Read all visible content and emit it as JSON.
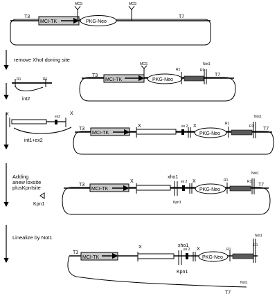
{
  "colors": {
    "line": "#000000",
    "box_fill": "#c8c8c8",
    "dark_fill": "#5a5a5a",
    "background": "#ffffff"
  },
  "steps": {
    "s1": "remove XhoI doning site",
    "s3a": "Adding",
    "s3b": "anew loxsite",
    "s3c": "plusKpnIsite",
    "s4": "Linealize by Not1"
  },
  "construct1": {
    "t3": "T3",
    "mci": "MCI-TK",
    "pkg": "PKG-Neo",
    "mcs1": "MCS",
    "mcs2": "MCS",
    "t7": "T7"
  },
  "fragment_int2": {
    "r1a": "R1",
    "r1b": "R1",
    "label": "int2"
  },
  "construct2": {
    "t3": "T3",
    "mci": "MCI-TK",
    "mcs": "MCS",
    "pkg": "PKG-Neo",
    "r1a": "R1",
    "r1b": "R1",
    "not1": "Not1",
    "t7": "T7"
  },
  "fragment_int_ex2": {
    "xa": "X",
    "ex2": "ex2",
    "xb": "X",
    "label": "int1+ex2"
  },
  "construct3": {
    "t3": "T3",
    "mci": "MCI-TK",
    "x1": "X",
    "ex2": "ex 2",
    "x2": "X",
    "pkg": "PKG-Neo",
    "r1a": "R1",
    "r1b": "R1",
    "not1": "Not1",
    "t7": "T7"
  },
  "kpn_insert": {
    "label": "Kpn1"
  },
  "construct4": {
    "t3": "T3",
    "mci": "MCI-TK",
    "x1": "X",
    "xho": "xho1",
    "ex2": "ex 2",
    "x2": "X",
    "kpn": "Kpn1",
    "pkg": "PKG-Neo",
    "r1a": "R1",
    "r1b": "R1",
    "not1": "Not1",
    "t7": "T7"
  },
  "construct5": {
    "t3": "T3",
    "mci": "MCI-TK",
    "x1": "X",
    "xho": "xho1",
    "ex2": "ex 2",
    "x2": "X",
    "kpn": "Kpn1",
    "pkg": "PKG-Neo",
    "r1a": "R1",
    "r1b": "R1",
    "not1_top": "Not1",
    "not1_end": "Not1",
    "t7": "T7"
  }
}
